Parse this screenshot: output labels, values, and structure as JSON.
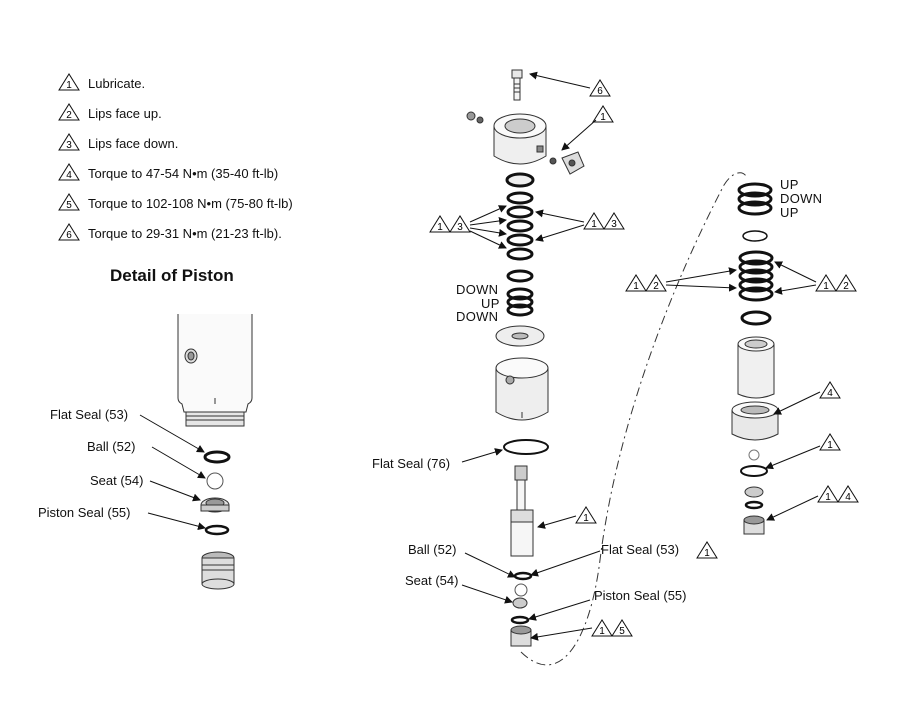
{
  "legend": [
    {
      "num": "1",
      "text": "Lubricate."
    },
    {
      "num": "2",
      "text": "Lips face up."
    },
    {
      "num": "3",
      "text": "Lips face down."
    },
    {
      "num": "4",
      "text": "Torque to 47-54 N•m (35-40 ft-lb)"
    },
    {
      "num": "5",
      "text": "Torque to 102-108 N•m (75-80 ft-lb)"
    },
    {
      "num": "6",
      "text": "Torque to 29-31 N•m (21-23 ft-lb)."
    }
  ],
  "detail": {
    "title": "Detail of Piston",
    "labels": {
      "flat_seal": "Flat Seal (53)",
      "ball": "Ball (52)",
      "seat": "Seat (54)",
      "piston_seal": "Piston Seal (55)"
    }
  },
  "center": {
    "callout_6": "6",
    "callout_1_top": "1",
    "callout_1_3_left": [
      "1",
      "3"
    ],
    "callout_1_3_right": [
      "1",
      "3"
    ],
    "orientation": [
      "DOWN",
      "UP",
      "DOWN"
    ],
    "flat_seal_76": "Flat Seal (76)",
    "callout_1_rod": "1",
    "ball": "Ball (52)",
    "flat_seal_53": "Flat Seal (53)",
    "callout_1_flat": "1",
    "seat": "Seat (54)",
    "piston_seal": "Piston Seal (55)",
    "callout_1_5": [
      "1",
      "5"
    ]
  },
  "right": {
    "orientation": [
      "UP",
      "DOWN",
      "UP"
    ],
    "callout_1_2_left": [
      "1",
      "2"
    ],
    "callout_1_2_right": [
      "1",
      "2"
    ],
    "callout_4": "4",
    "callout_1": "1",
    "callout_1_4": [
      "1",
      "4"
    ]
  }
}
